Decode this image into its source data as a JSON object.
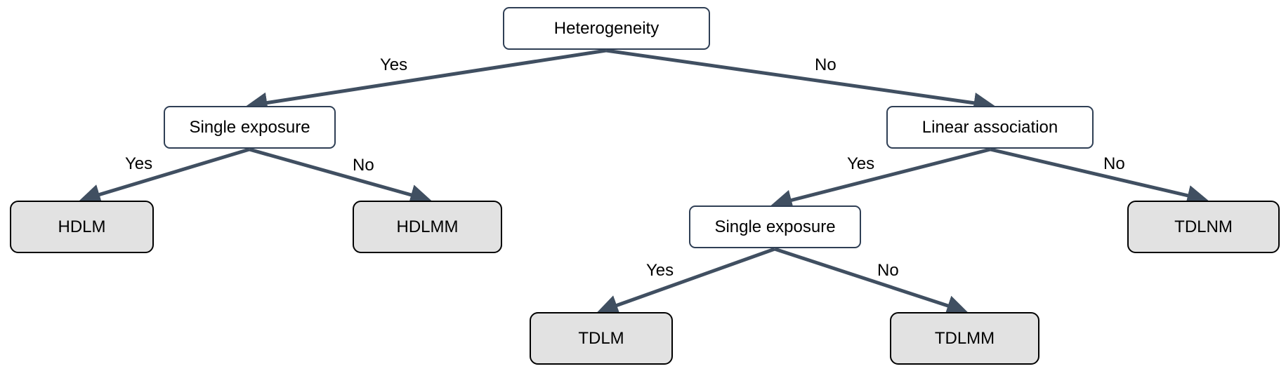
{
  "nodes": {
    "root": "Heterogeneity",
    "single_exposure_left": "Single exposure",
    "linear_association": "Linear association",
    "single_exposure_right": "Single exposure",
    "hdlm": "HDLM",
    "hdlmm": "HDLMM",
    "tdlnm": "TDLNM",
    "tdlm": "TDLM",
    "tdlmm": "TDLMM"
  },
  "edge_labels": {
    "root_yes": "Yes",
    "root_no": "No",
    "se1_yes": "Yes",
    "se1_no": "No",
    "lin_yes": "Yes",
    "lin_no": "No",
    "se2_yes": "Yes",
    "se2_no": "No"
  },
  "colors": {
    "edge": "#404f61",
    "decision_border": "#2f3f55",
    "leaf_fill": "#e2e2e2"
  }
}
